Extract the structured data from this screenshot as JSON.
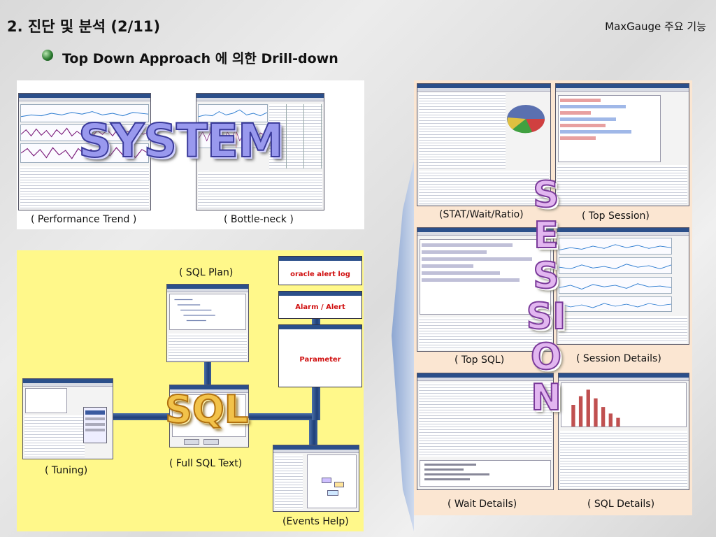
{
  "header": {
    "title": "2. 진단 및 분석 (2/11)",
    "brand": "MaxGauge  주요 기능",
    "subtitle": "Top Down Approach 에 의한 Drill-down"
  },
  "system_panel": {
    "overlay_word": "SYSTEM",
    "captions": [
      "( Performance Trend )",
      "( Bottle-neck )"
    ]
  },
  "sql_panel": {
    "overlay_word": "SQL",
    "captions": [
      "( SQL Plan)",
      "( Tuning)",
      "( Full SQL Text)",
      "(Events Help)"
    ],
    "boxes": [
      "oracle alert log",
      "Alarm / Alert",
      "Parameter"
    ]
  },
  "session_panel": {
    "overlay_word": "SESSION",
    "captions": [
      "(STAT/Wait/Ratio)",
      "( Top Session)",
      "( Top SQL)",
      "( Session Details)",
      "( Wait Details)",
      "( SQL Details)"
    ]
  },
  "colors": {
    "arrow": "#8aa6d6",
    "pipe": "#1f3f78",
    "sql_background": "#fff88a",
    "session_background": "#fbe6d2",
    "alert_text": "#d01010"
  }
}
